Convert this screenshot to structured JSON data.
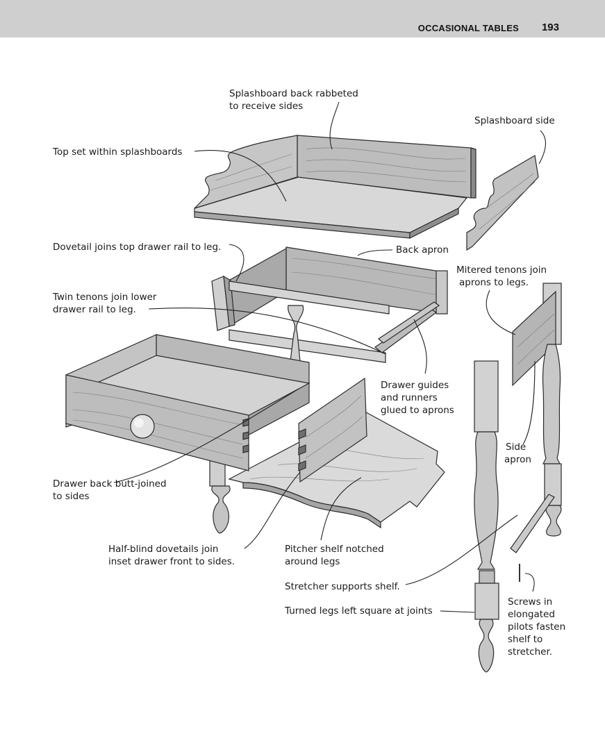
{
  "header": {
    "title": "OCCASIONAL TABLES",
    "page_number": "193"
  },
  "callouts": {
    "splashboard_back": [
      "Splashboard back rabbeted",
      "to receive sides"
    ],
    "splashboard_side": [
      "Splashboard side"
    ],
    "top_within": [
      "Top set within splashboards"
    ],
    "dovetail_rail": [
      "Dovetail joins top drawer rail to leg."
    ],
    "back_apron": [
      "Back apron"
    ],
    "mitered_tenons": [
      "Mitered tenons join",
      "aprons to legs."
    ],
    "twin_tenons": [
      "Twin tenons join lower",
      "drawer rail to leg."
    ],
    "drawer_guides": [
      "Drawer guides",
      "and runners",
      "glued to aprons"
    ],
    "side_apron": [
      "Side",
      "apron"
    ],
    "drawer_back": [
      "Drawer back butt-joined",
      "to sides"
    ],
    "half_blind": [
      "Half-blind dovetails join",
      "inset drawer front to sides."
    ],
    "pitcher_shelf": [
      "Pitcher shelf notched",
      "around legs"
    ],
    "stretcher": [
      "Stretcher supports shelf."
    ],
    "turned_legs": [
      "Turned legs left square at joints"
    ],
    "screws": [
      "Screws in",
      "elongated",
      "pilots fasten",
      "shelf to",
      "stretcher."
    ]
  },
  "colors": {
    "header_bar": "#cfcfcf",
    "wood_light": "#d6d6d6",
    "wood_mid": "#b4b4b4",
    "wood_dark": "#8c8c8c"
  }
}
